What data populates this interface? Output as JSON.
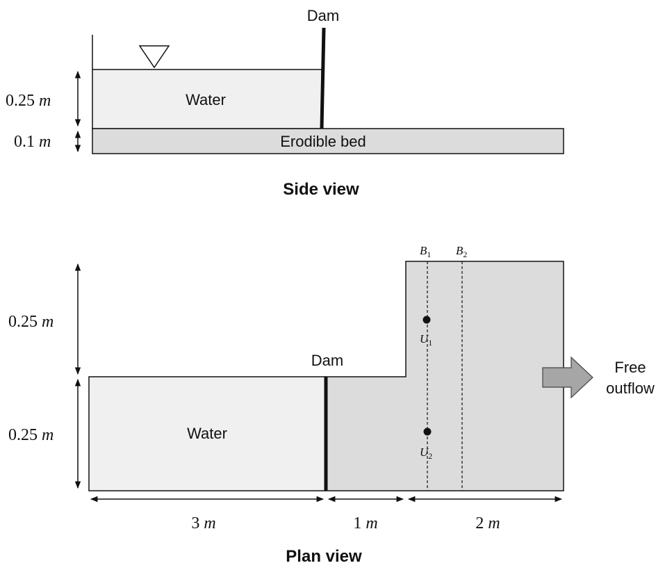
{
  "side_view": {
    "title": "Side view",
    "dam_label": "Dam",
    "water_label": "Water",
    "bed_label": "Erodible bed",
    "water_depth": {
      "value": "0.25",
      "unit": "m"
    },
    "bed_thickness": {
      "value": "0.1",
      "unit": "m"
    }
  },
  "plan_view": {
    "title": "Plan view",
    "dam_label": "Dam",
    "water_label": "Water",
    "outflow_label_line1": "Free",
    "outflow_label_line2": "outflow",
    "width_upper": {
      "value": "0.25",
      "unit": "m"
    },
    "width_lower": {
      "value": "0.25",
      "unit": "m"
    },
    "length_reservoir": {
      "value": "3",
      "unit": "m"
    },
    "length_channel": {
      "value": "1",
      "unit": "m"
    },
    "length_expansion": {
      "value": "2",
      "unit": "m"
    },
    "section_b1": {
      "symbol": "B",
      "index": "1"
    },
    "section_b2": {
      "symbol": "B",
      "index": "2"
    },
    "gauge_u1": {
      "symbol": "U",
      "index": "1"
    },
    "gauge_u2": {
      "symbol": "U",
      "index": "2"
    }
  },
  "colors": {
    "line": "#111111",
    "water_fill": "#f0f0f0",
    "bed_fill": "#dcdcdc",
    "arrow_fill": "#a6a6a6"
  }
}
